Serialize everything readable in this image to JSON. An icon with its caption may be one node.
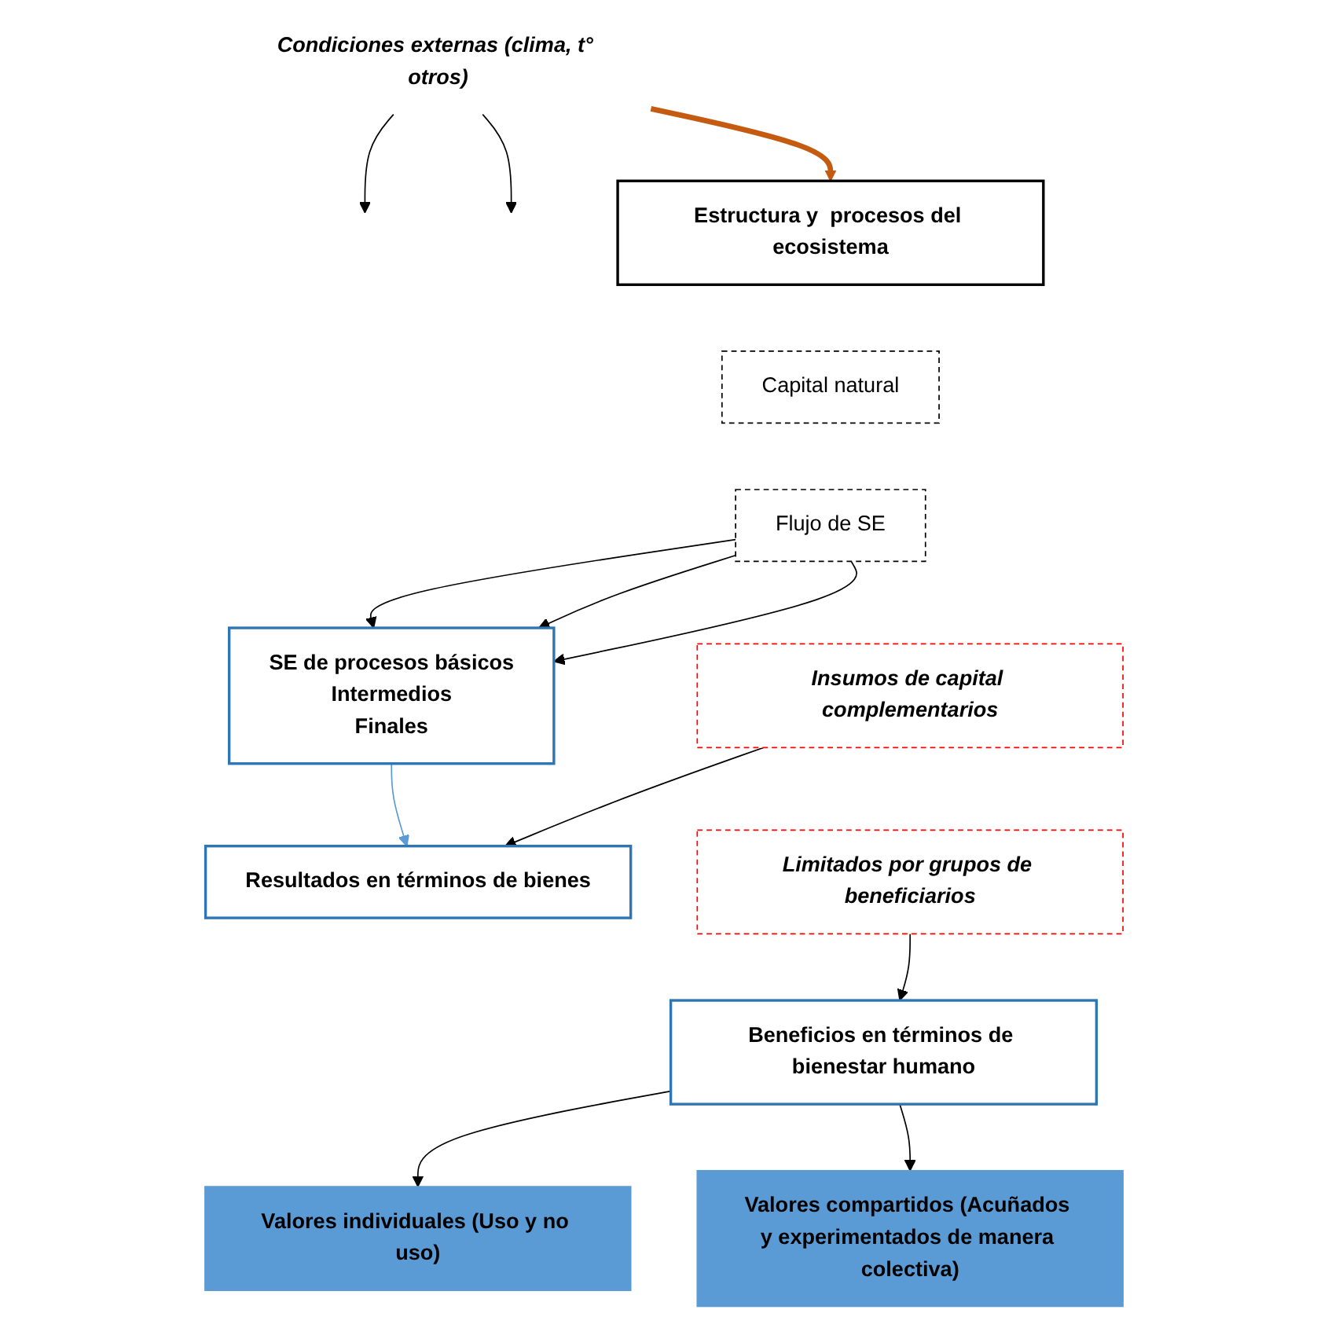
{
  "diagram": {
    "nodes": [
      {
        "text": [
          "Condiciones externas (clima, t° otros)"
        ]
      },
      {
        "text": [
          "Estructura y  procesos del ecosistema"
        ]
      },
      {
        "text": [
          "Capital natural"
        ]
      },
      {
        "text": [
          "Flujo de SE"
        ]
      },
      {
        "text": [
          "SE de procesos  básicos",
          "Intermedios",
          "Finales"
        ]
      },
      {
        "text": [
          "Resultados en términos de  bienes"
        ]
      },
      {
        "text": [
          "Insumos de capital complementarios"
        ]
      },
      {
        "text": [
          "Beneficios en términos de bienestar humano"
        ]
      },
      {
        "text": [
          "Limitados por grupos de beneficiarios"
        ]
      },
      {
        "text": [
          "Valores individuales (Uso y no uso)"
        ]
      },
      {
        "text": [
          "Valores compartidos (Acuñados y experimentados de manera colectiva)"
        ]
      }
    ],
    "edges": [
      {
        "from": 0,
        "to": null,
        "arrow": "to"
      },
      {
        "from": 0,
        "to": null,
        "arrow": "to"
      },
      {
        "from": 0,
        "to": 1,
        "arrow": "to",
        "style": "thick",
        "color": "#c55a11"
      },
      {
        "from": 3,
        "to": 4,
        "arrow": "to"
      },
      {
        "from": 3,
        "to": 4,
        "arrow": "to"
      },
      {
        "from": 3,
        "to": 4,
        "arrow": "to"
      },
      {
        "from": 4,
        "to": 5,
        "arrow": "to",
        "color": "#5b9bd5"
      },
      {
        "from": 6,
        "to": 5,
        "arrow": "to"
      },
      {
        "from": 8,
        "to": 7,
        "arrow": "to"
      },
      {
        "from": 7,
        "to": 9,
        "arrow": "to"
      },
      {
        "from": 7,
        "to": 10,
        "arrow": "to"
      }
    ]
  }
}
